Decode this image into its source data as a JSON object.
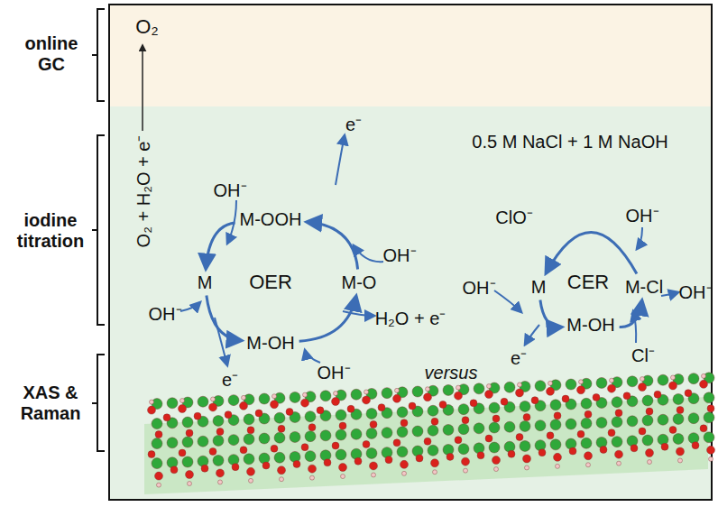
{
  "diagram": {
    "nodes": [
      {
        "text": [
          "M-OOH"
        ]
      },
      {
        "text": [
          "M"
        ]
      },
      {
        "text": [
          "M-O"
        ]
      },
      {
        "text": [
          "M-OH"
        ]
      },
      {
        "text": [
          "M"
        ]
      },
      {
        "text": [
          "M-Cl"
        ]
      },
      {
        "text": [
          "M-OH"
        ]
      }
    ],
    "edges": [
      {
        "from": 1,
        "to": 3,
        "arrow": "to"
      },
      {
        "from": 3,
        "to": 2,
        "arrow": "to"
      },
      {
        "from": 2,
        "to": 0,
        "arrow": "to"
      },
      {
        "from": 0,
        "to": 1,
        "arrow": "to"
      },
      {
        "from": 4,
        "to": 6,
        "arrow": "to"
      },
      {
        "from": 6,
        "to": 5,
        "arrow": "to"
      },
      {
        "from": 5,
        "to": 4,
        "arrow": "to"
      }
    ],
    "labels": [
      "online GC",
      "iodine titration",
      "XAS & Raman",
      "O₂",
      "O₂ + H₂O + e⁻",
      "0.5 M NaCl + 1 M NaOH",
      "OER",
      "OH⁻",
      "e⁻",
      "OH⁻",
      "H₂O + e⁻",
      "OH⁻",
      "e⁻",
      "OH⁻",
      "CER",
      "ClO⁻",
      "OH⁻",
      "OH⁻",
      "e⁻",
      "Cl⁻",
      "OH⁻",
      "versus"
    ]
  }
}
